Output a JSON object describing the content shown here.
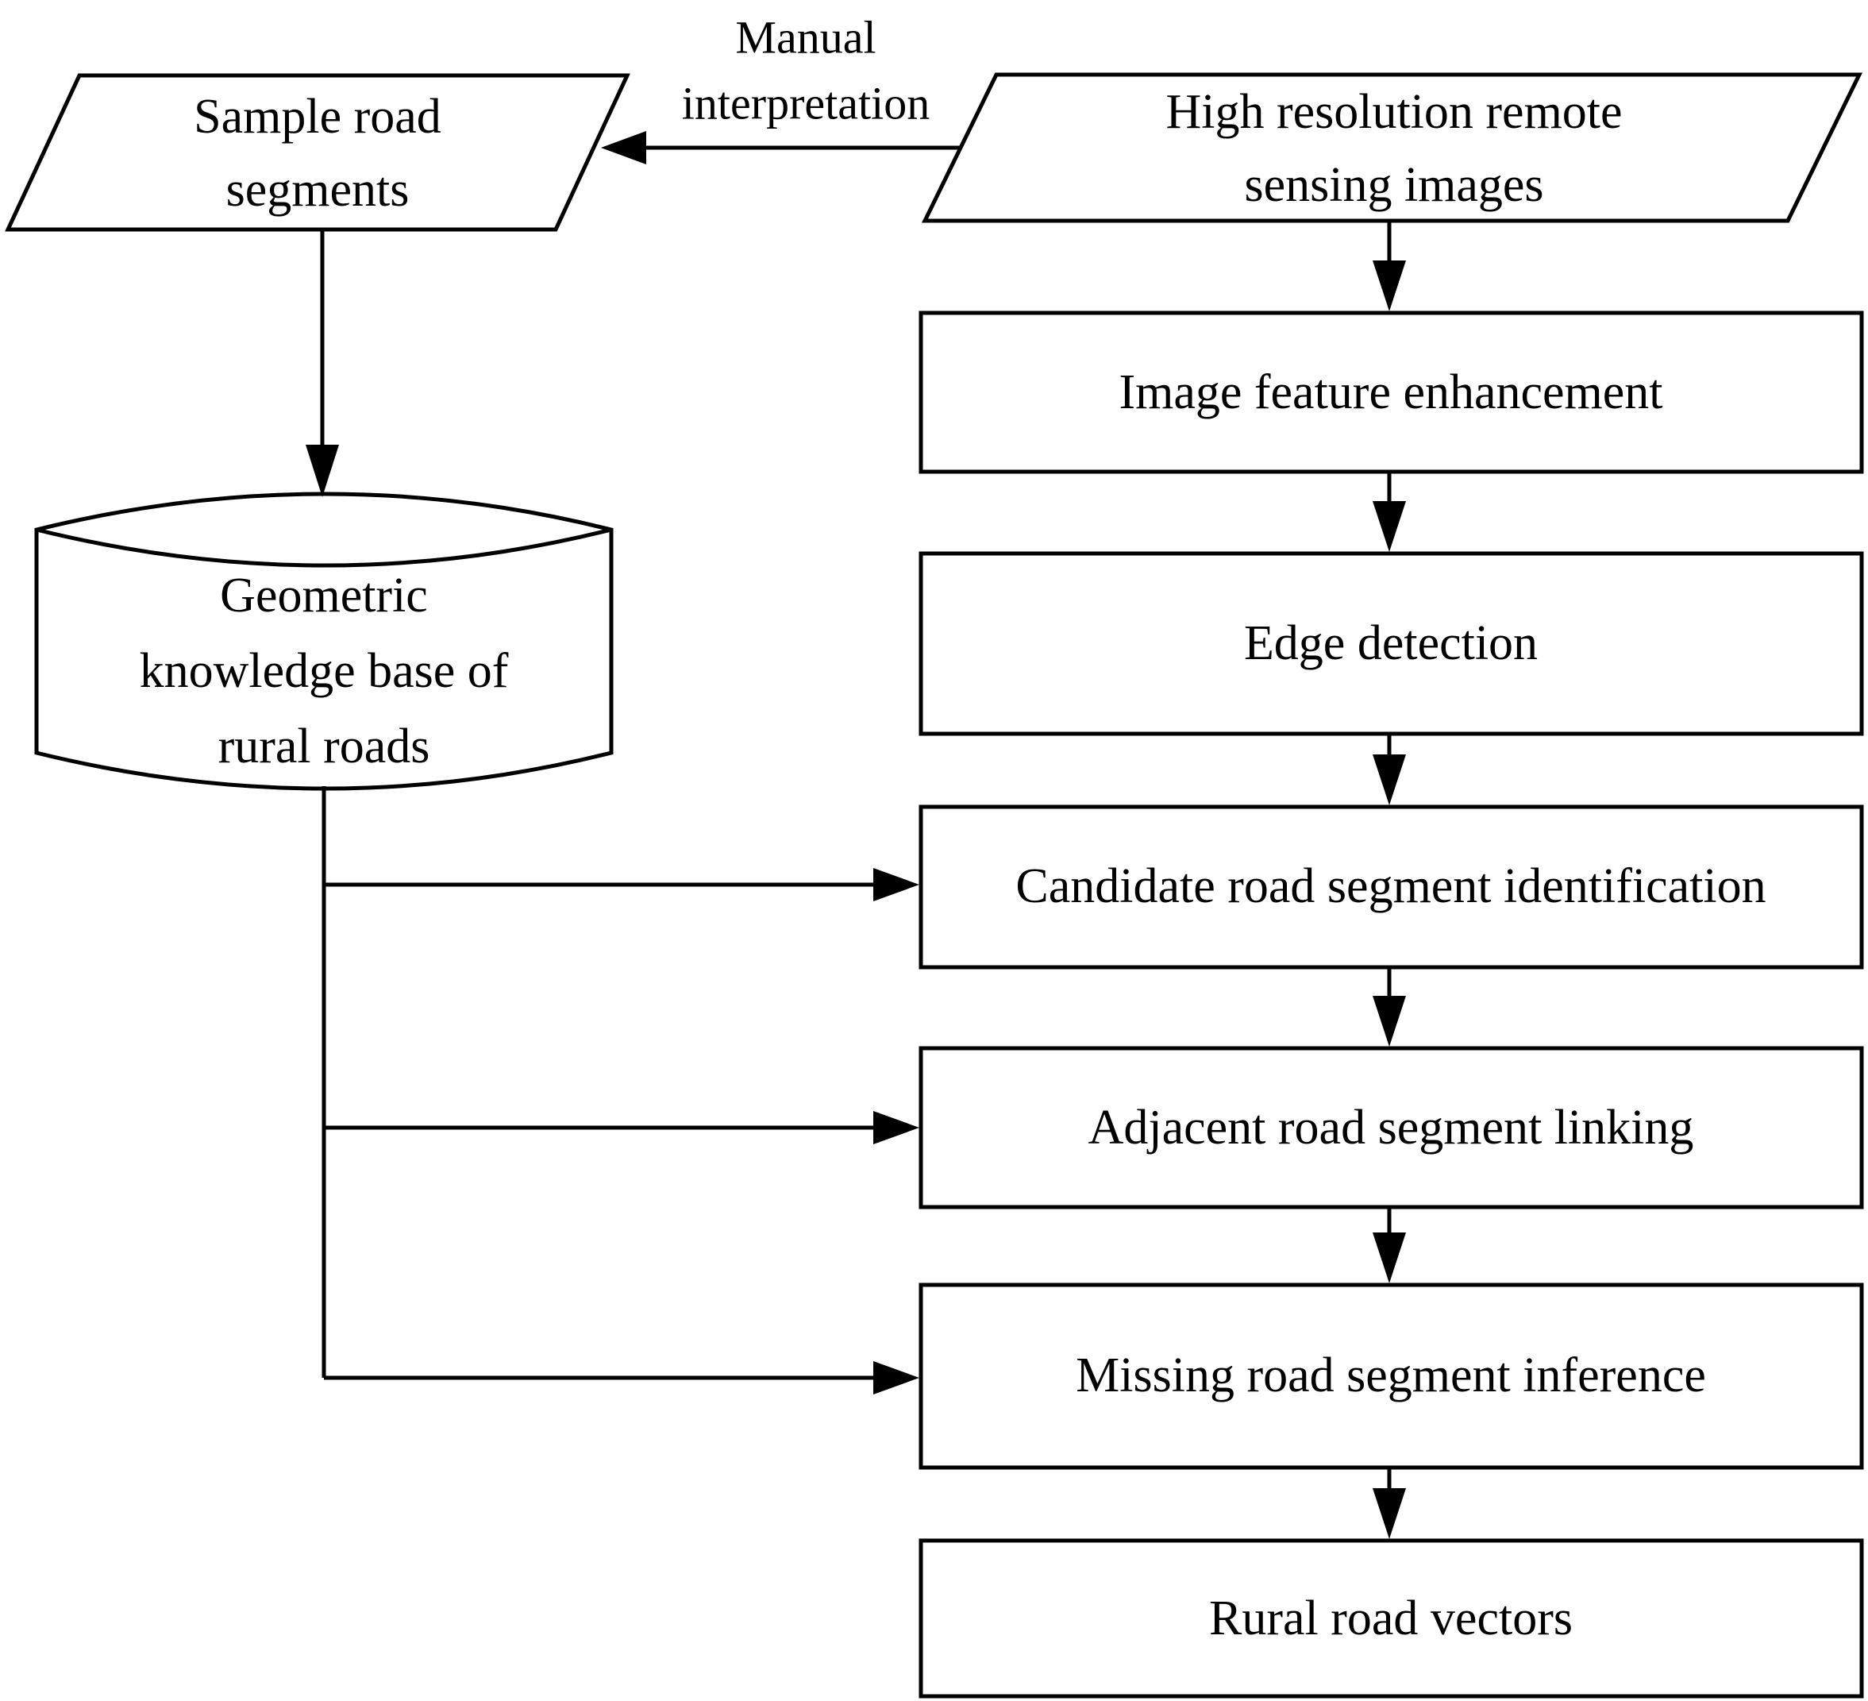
{
  "figure": {
    "background_color": "#ffffff",
    "line_color": "#000000",
    "text_color": "#000000",
    "arrow_label": {
      "line1": "Manual",
      "line2": "interpretation"
    },
    "nodes": {
      "sample_road_segments": {
        "line1": "Sample road",
        "line2": "segments"
      },
      "high_resolution_images": {
        "line1": "High resolution remote",
        "line2": "sensing images"
      },
      "geometric_knowledge_base": {
        "line1": "Geometric",
        "line2": "knowledge base of",
        "line3": "rural roads"
      },
      "image_feature_enhancement": {
        "label": "Image feature enhancement"
      },
      "edge_detection": {
        "label": "Edge detection"
      },
      "candidate_road_segment_identification": {
        "label": "Candidate road segment identification"
      },
      "adjacent_road_segment_linking": {
        "label": "Adjacent road segment linking"
      },
      "missing_road_segment_inference": {
        "label": "Missing road segment inference"
      },
      "rural_road_vectors": {
        "label": "Rural road vectors"
      }
    }
  }
}
